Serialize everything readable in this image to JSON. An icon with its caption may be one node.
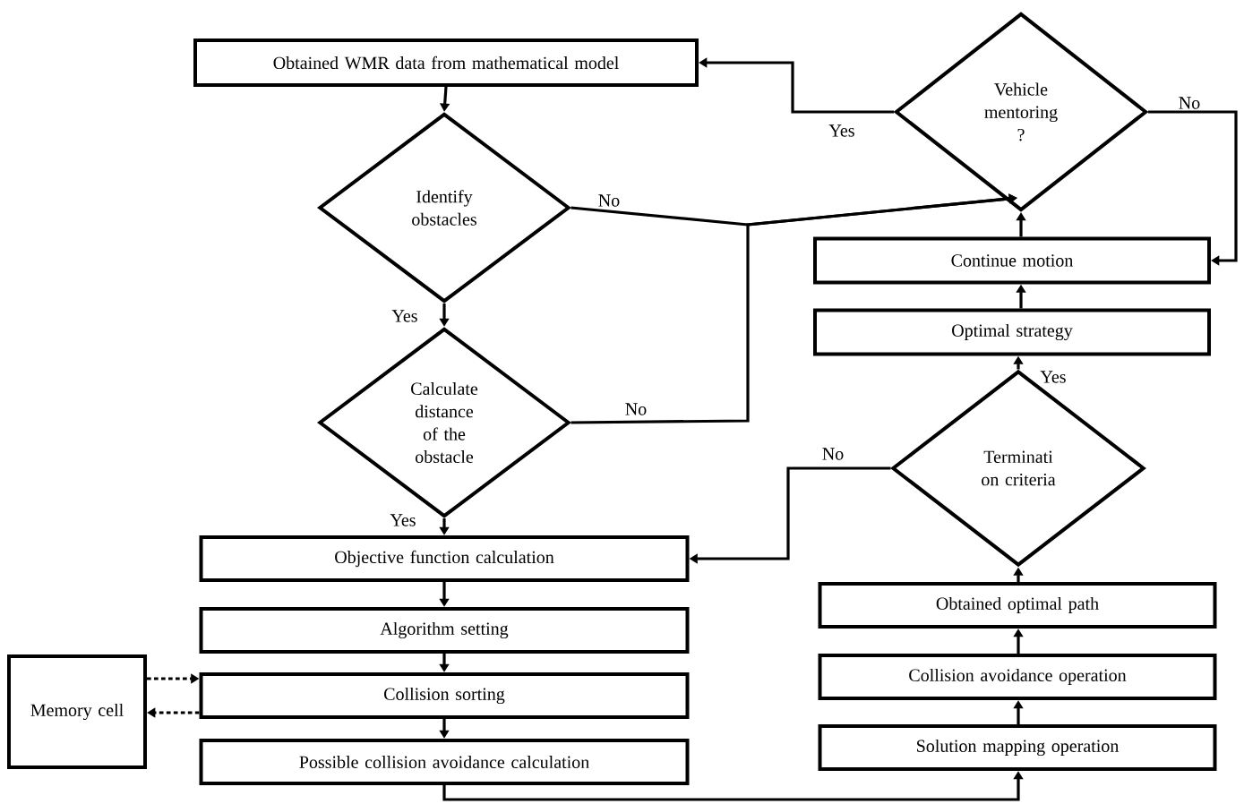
{
  "diagram": {
    "nodes": [
      {
        "text": [
          "Obtained WMR data from mathematical model"
        ]
      },
      {
        "text": [
          "Identify obstacles"
        ]
      },
      {
        "text": [
          "Calculate distance of the obstacle"
        ]
      },
      {
        "text": [
          "Objective function calculation"
        ]
      },
      {
        "text": [
          "Algorithm setting"
        ]
      },
      {
        "text": [
          "Collision sorting"
        ]
      },
      {
        "text": [
          "Possible collision avoidance calculation"
        ]
      },
      {
        "text": [
          "Memory cell"
        ]
      },
      {
        "text": [
          "Vehicle mentoring ?"
        ]
      },
      {
        "text": [
          "Continue motion"
        ]
      },
      {
        "text": [
          "Optimal strategy"
        ]
      },
      {
        "text": [
          "Terminati on criteria"
        ]
      },
      {
        "text": [
          "Obtained optimal path"
        ]
      },
      {
        "text": [
          "Collision avoidance operation"
        ]
      },
      {
        "text": [
          "Solution mapping operation"
        ]
      }
    ],
    "edges": [
      {
        "from": 0,
        "to": 1,
        "arrow": "to"
      },
      {
        "from": 1,
        "to": 2,
        "arrow": "to",
        "label": "Yes"
      },
      {
        "from": 2,
        "to": 3,
        "arrow": "to",
        "label": "Yes"
      },
      {
        "from": 3,
        "to": 4,
        "arrow": "to"
      },
      {
        "from": 4,
        "to": 5,
        "arrow": "to"
      },
      {
        "from": 5,
        "to": 6,
        "arrow": "to"
      },
      {
        "from": 7,
        "to": 5,
        "arrow": "to",
        "style": "dashed"
      },
      {
        "from": 5,
        "to": 7,
        "arrow": "to",
        "style": "dashed"
      },
      {
        "from": 6,
        "to": 14,
        "arrow": "to"
      },
      {
        "from": 14,
        "to": 13,
        "arrow": "to"
      },
      {
        "from": 13,
        "to": 12,
        "arrow": "to"
      },
      {
        "from": 12,
        "to": 11,
        "arrow": "to"
      },
      {
        "from": 11,
        "to": 10,
        "arrow": "to",
        "label": "Yes"
      },
      {
        "from": 11,
        "to": 3,
        "arrow": "to",
        "label": "No"
      },
      {
        "from": 10,
        "to": 9,
        "arrow": "to"
      },
      {
        "from": 9,
        "to": 8,
        "arrow": "to"
      },
      {
        "from": 8,
        "to": 0,
        "arrow": "to",
        "label": "Yes"
      },
      {
        "from": 8,
        "to": 9,
        "arrow": "to",
        "label": "No"
      },
      {
        "from": 1,
        "to": 8,
        "arrow": "to",
        "label": "No"
      },
      {
        "from": 2,
        "to": 8,
        "arrow": "to",
        "label": "No"
      }
    ]
  }
}
